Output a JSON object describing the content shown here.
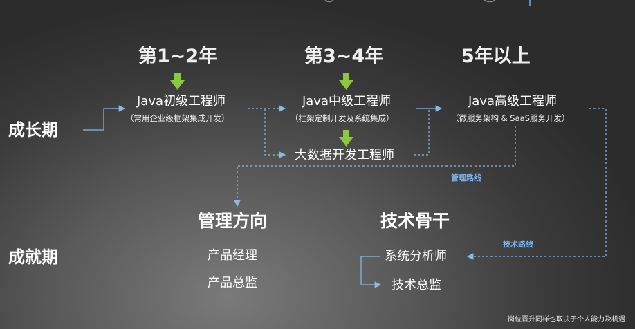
{
  "stages": {
    "y1": "第1~2年",
    "y2": "第3~4年",
    "y3": "5年以上"
  },
  "phases": {
    "growth": "成长期",
    "achievement": "成就期"
  },
  "roles": {
    "junior": "Java初级工程师",
    "junior_desc": "（常用企业级框架集成开发）",
    "mid": "Java中级工程师",
    "mid_desc": "（框架定制开发及系统集成）",
    "bigdata": "大数据开发工程师",
    "senior": "Java高级工程师",
    "senior_desc": "（微服务架构 & SaaS服务开发）"
  },
  "routes": {
    "management": "管理路线",
    "technical": "技术路线"
  },
  "directions": {
    "management": {
      "title": "管理方向",
      "items": [
        "产品经理",
        "产品总监"
      ]
    },
    "technical": {
      "title": "技术骨干",
      "items": [
        "系统分析师",
        "技术总监"
      ]
    }
  },
  "footnote": "岗位晋升同样也取决于个人能力及机遇",
  "colors": {
    "arrow_green": "#8dc63f",
    "line_blue": "#8eb7e6",
    "route_label": "#7fb2e8"
  }
}
